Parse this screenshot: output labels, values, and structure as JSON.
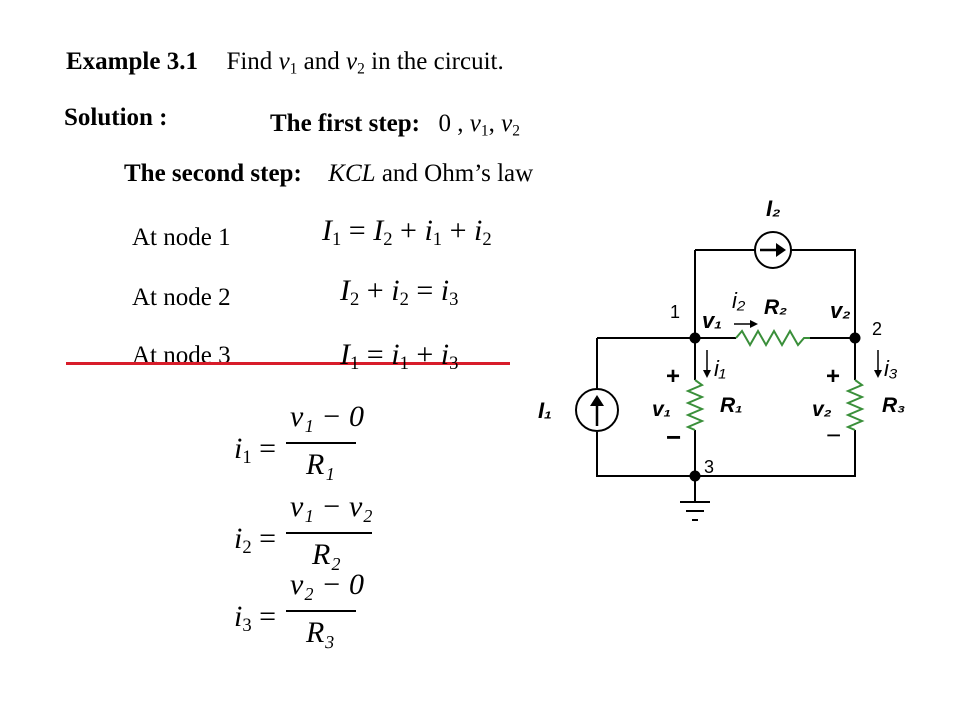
{
  "header": {
    "example_label": "Example 3.1",
    "find": "Find",
    "v": "v",
    "sub1": "1",
    "sub2": "2",
    "and": "and",
    "in_the_circuit": "in the circuit."
  },
  "solution": {
    "label": "Solution :",
    "first_step_label": "The first step:",
    "first_step_zero": "0 ,",
    "second_step_label": "The second step:",
    "second_step_kcl": "KCL",
    "second_step_rest": "and Ohm’s law"
  },
  "nodes": [
    {
      "label": "At node 1"
    },
    {
      "label": "At node 2"
    },
    {
      "label": "At node 3",
      "struck_through": true
    }
  ],
  "equations": {
    "node1": {
      "lhs": "I",
      "lhs_sub": "1",
      "rhs": [
        [
          "I",
          "2"
        ],
        [
          "i",
          "1"
        ],
        [
          "i",
          "2"
        ]
      ]
    },
    "node2": {
      "lhs": [
        [
          "I",
          "2"
        ],
        [
          "i",
          "2"
        ]
      ],
      "rhs": [
        "i",
        "3"
      ]
    },
    "node3": {
      "lhs": [
        "I",
        "1"
      ],
      "rhs": [
        [
          "i",
          "1"
        ],
        [
          "i",
          "3"
        ]
      ]
    },
    "ohm": [
      {
        "lhs": [
          "i",
          "1"
        ],
        "num": "v₁ − 0",
        "den": "R₁"
      },
      {
        "lhs": [
          "i",
          "2"
        ],
        "num": "v₁ − v₂",
        "den": "R₂"
      },
      {
        "lhs": [
          "i",
          "3"
        ],
        "num": "v₂ − 0",
        "den": "R₃"
      }
    ]
  },
  "circuit": {
    "source_I2": "I₂",
    "source_I1": "I₁",
    "R1": "R₁",
    "R2": "R₂",
    "R3": "R₃",
    "node1": "1",
    "node2": "2",
    "node3": "3",
    "v1_node": "v₁",
    "v2_node": "v₂",
    "i1": "i₁",
    "i2": "i₂",
    "i3": "i₃",
    "v1_branch": "v₁",
    "v2_branch": "v₂",
    "plus": "+",
    "minus": "−"
  },
  "colors": {
    "strike": "#d81c2a",
    "resistor": "#3a8f3a",
    "wire": "#000000"
  }
}
